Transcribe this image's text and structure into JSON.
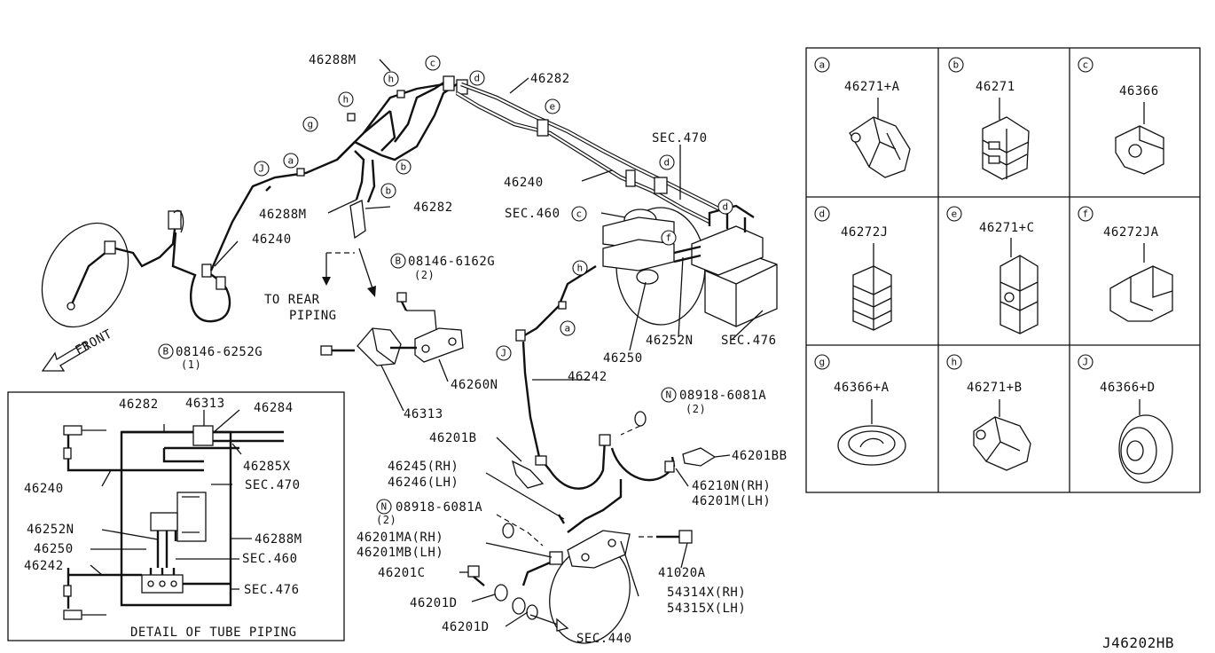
{
  "diagram_code": "J46202HB",
  "front_label": "FRONT",
  "to_rear_piping": [
    "TO REAR",
    "PIPING"
  ],
  "callouts": {
    "p46288M_top": "46288M",
    "p46282_top": "46282",
    "p46288M_mid": "46288M",
    "p46282_mid": "46282",
    "p46240_left": "46240",
    "p46240_mid": "46240",
    "sec470": "SEC.470",
    "sec460": "SEC.460",
    "sec476": "SEC.476",
    "p46252N": "46252N",
    "p46250": "46250",
    "p46242": "46242",
    "bolt_6162G": "08146-6162G",
    "bolt_6162G_qty": "(2)",
    "bolt_6252G": "08146-6252G",
    "bolt_6252G_qty": "(1)",
    "p46260N": "46260N",
    "p46313": "46313",
    "nut_6081A_right": "08918-6081A",
    "nut_6081A_right_qty": "(2)",
    "p46201B": "46201B",
    "p46201BB": "46201BB",
    "p46245": "46245(RH)",
    "p46246": "46246(LH)",
    "p46210N": "46210N(RH)",
    "p46201M": "46201M(LH)",
    "nut_6081A_left": "08918-6081A",
    "nut_6081A_left_qty": "(2)",
    "p46201MA": "46201MA(RH)",
    "p46201MB": "46201MB(LH)",
    "p41020A": "41020A",
    "p46201C": "46201C",
    "p46201D_a": "46201D",
    "p46201D_b": "46201D",
    "p54314X": "54314X(RH)",
    "p54315X": "54315X(LH)",
    "sec440": "SEC.440"
  },
  "bolt_prefix_B": "B",
  "nut_prefix_N": "N",
  "route_letters": [
    "a",
    "b",
    "b",
    "c",
    "d",
    "d",
    "d",
    "e",
    "f",
    "g",
    "h",
    "h",
    "h",
    "J",
    "J",
    "a",
    "c"
  ],
  "detail": {
    "title": "DETAIL OF TUBE PIPING",
    "p46282": "46282",
    "p46313": "46313",
    "p46284": "46284",
    "p46285X": "46285X",
    "p46240": "46240",
    "sec470": "SEC.470",
    "p46252N": "46252N",
    "p46288M": "46288M",
    "p46250": "46250",
    "sec460": "SEC.460",
    "p46242": "46242",
    "sec476": "SEC.476"
  },
  "clip_table": [
    {
      "letter": "a",
      "part": "46271+A"
    },
    {
      "letter": "b",
      "part": "46271"
    },
    {
      "letter": "c",
      "part": "46366"
    },
    {
      "letter": "d",
      "part": "46272J"
    },
    {
      "letter": "e",
      "part": "46271+C"
    },
    {
      "letter": "f",
      "part": "46272JA"
    },
    {
      "letter": "g",
      "part": "46366+A"
    },
    {
      "letter": "h",
      "part": "46271+B"
    },
    {
      "letter": "J",
      "part": "46366+D"
    }
  ]
}
